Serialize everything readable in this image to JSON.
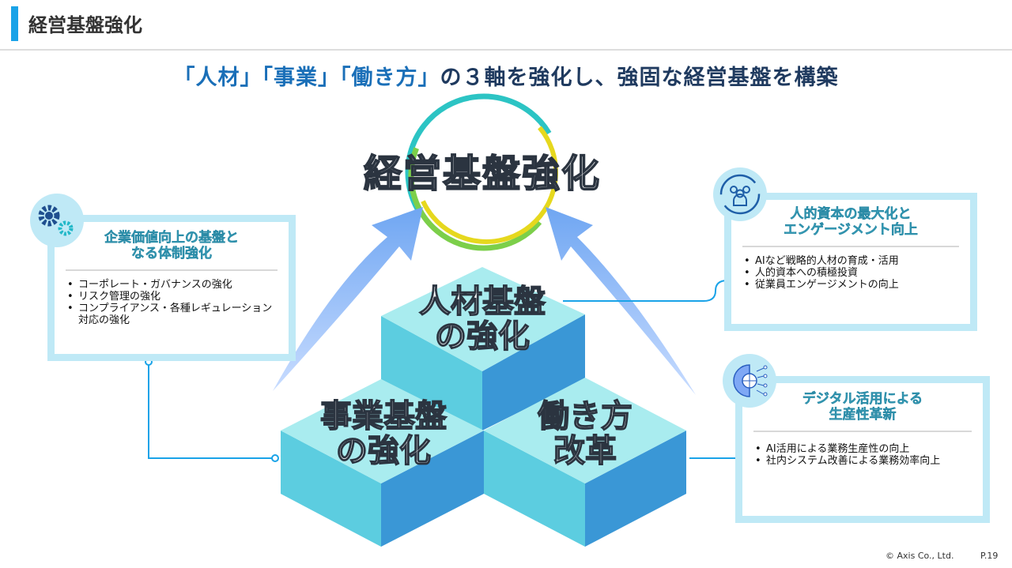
{
  "header": {
    "title": "経営基盤強化"
  },
  "headline": {
    "q1": "「人材」",
    "q2": "「事業」",
    "q3": "「働き方」",
    "rest": "の３軸を強化し、強固な経営基盤を構築"
  },
  "center": {
    "title": "経営基盤強化"
  },
  "cubes": {
    "top": [
      "人材基盤",
      "の強化"
    ],
    "left": [
      "事業基盤",
      "の強化"
    ],
    "right": [
      "働き方",
      "改革"
    ]
  },
  "cards": [
    {
      "title": [
        "企業価値向上の基盤と",
        "なる体制強化"
      ],
      "icon": "gears-icon",
      "items": [
        "コーポレート・ガバナンスの強化",
        "リスク管理の強化",
        "コンプライアンス・各種レギュレーション対応の強化"
      ]
    },
    {
      "title": [
        "人的資本の最大化と",
        "エンゲージメント向上"
      ],
      "icon": "people-cycle-icon",
      "items": [
        "AIなど戦略的人材の育成・活用",
        "人的資本への積極投資",
        "従業員エンゲージメントの向上"
      ]
    },
    {
      "title": [
        "デジタル活用による",
        "生産性革新"
      ],
      "icon": "digital-gear-globe-icon",
      "items": [
        "AI活用による業務生産性の向上",
        "社内システム改善による業務効率向上"
      ]
    }
  ],
  "footer": {
    "copyright": "© Axis Co., Ltd.",
    "page": "P.19"
  },
  "colors": {
    "accent": "#1aa3e8",
    "cube_top": "#a9ecef",
    "cube_side": "#5ccde0",
    "cube_front": "#3a97d6",
    "card_border": "#bfe9f6"
  }
}
